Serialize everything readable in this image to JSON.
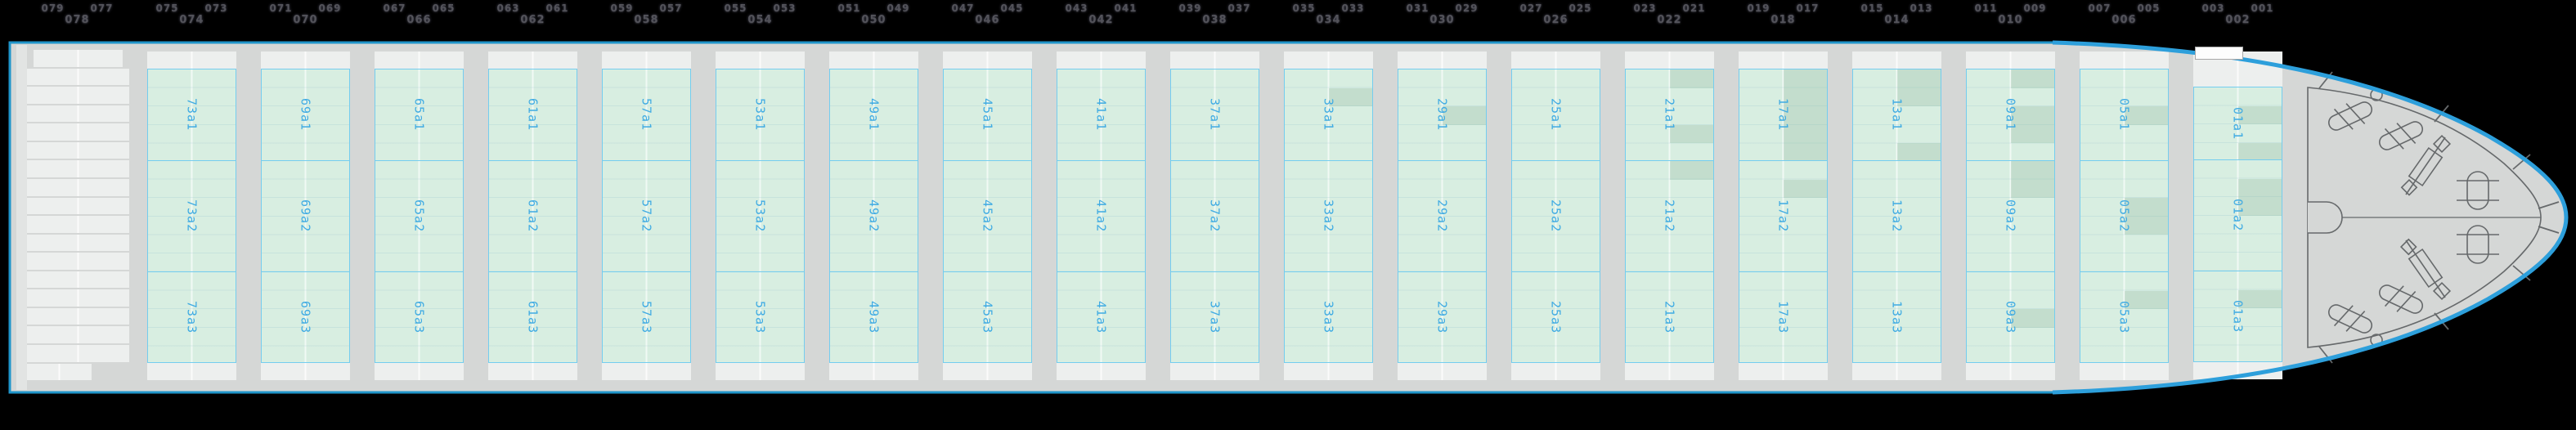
{
  "plan": {
    "title": "vessel-deck-stowage-plan",
    "bays": [
      {
        "group": "078",
        "odd_left": "079",
        "odd_right": "077",
        "even": "078",
        "type": "stack"
      },
      {
        "group": "074",
        "odd_left": "075",
        "odd_right": "073",
        "even": "074",
        "cells": [
          {
            "id": "73a1",
            "shaded": []
          },
          {
            "id": "73a2",
            "shaded": []
          },
          {
            "id": "73a3",
            "shaded": []
          }
        ]
      },
      {
        "group": "070",
        "odd_left": "071",
        "odd_right": "069",
        "even": "070",
        "cells": [
          {
            "id": "69a1",
            "shaded": []
          },
          {
            "id": "69a2",
            "shaded": []
          },
          {
            "id": "69a3",
            "shaded": []
          }
        ]
      },
      {
        "group": "066",
        "odd_left": "067",
        "odd_right": "065",
        "even": "066",
        "cells": [
          {
            "id": "65a1",
            "shaded": []
          },
          {
            "id": "65a2",
            "shaded": []
          },
          {
            "id": "65a3",
            "shaded": []
          }
        ]
      },
      {
        "group": "062",
        "odd_left": "063",
        "odd_right": "061",
        "even": "062",
        "cells": [
          {
            "id": "61a1",
            "shaded": []
          },
          {
            "id": "61a2",
            "shaded": []
          },
          {
            "id": "61a3",
            "shaded": []
          }
        ]
      },
      {
        "group": "058",
        "odd_left": "059",
        "odd_right": "057",
        "even": "058",
        "cells": [
          {
            "id": "57a1",
            "shaded": []
          },
          {
            "id": "57a2",
            "shaded": []
          },
          {
            "id": "57a3",
            "shaded": []
          }
        ]
      },
      {
        "group": "054",
        "odd_left": "055",
        "odd_right": "053",
        "even": "054",
        "cells": [
          {
            "id": "53a1",
            "shaded": []
          },
          {
            "id": "53a2",
            "shaded": []
          },
          {
            "id": "53a3",
            "shaded": []
          }
        ]
      },
      {
        "group": "050",
        "odd_left": "051",
        "odd_right": "049",
        "even": "050",
        "cells": [
          {
            "id": "49a1",
            "shaded": []
          },
          {
            "id": "49a2",
            "shaded": []
          },
          {
            "id": "49a3",
            "shaded": []
          }
        ]
      },
      {
        "group": "046",
        "odd_left": "047",
        "odd_right": "045",
        "even": "046",
        "cells": [
          {
            "id": "45a1",
            "shaded": []
          },
          {
            "id": "45a2",
            "shaded": []
          },
          {
            "id": "45a3",
            "shaded": []
          }
        ]
      },
      {
        "group": "042",
        "odd_left": "043",
        "odd_right": "041",
        "even": "042",
        "cells": [
          {
            "id": "41a1",
            "shaded": []
          },
          {
            "id": "41a2",
            "shaded": []
          },
          {
            "id": "41a3",
            "shaded": []
          }
        ]
      },
      {
        "group": "038",
        "odd_left": "039",
        "odd_right": "037",
        "even": "038",
        "cells": [
          {
            "id": "37a1",
            "shaded": []
          },
          {
            "id": "37a2",
            "shaded": []
          },
          {
            "id": "37a3",
            "shaded": []
          }
        ]
      },
      {
        "group": "034",
        "odd_left": "035",
        "odd_right": "033",
        "even": "034",
        "cells": [
          {
            "id": "33a1",
            "shaded": [
              "R1"
            ]
          },
          {
            "id": "33a2",
            "shaded": []
          },
          {
            "id": "33a3",
            "shaded": []
          }
        ]
      },
      {
        "group": "030",
        "odd_left": "031",
        "odd_right": "029",
        "even": "030",
        "cells": [
          {
            "id": "29a1",
            "shaded": [
              "R2"
            ]
          },
          {
            "id": "29a2",
            "shaded": []
          },
          {
            "id": "29a3",
            "shaded": []
          }
        ]
      },
      {
        "group": "026",
        "odd_left": "027",
        "odd_right": "025",
        "even": "026",
        "cells": [
          {
            "id": "25a1",
            "shaded": []
          },
          {
            "id": "25a2",
            "shaded": []
          },
          {
            "id": "25a3",
            "shaded": []
          }
        ]
      },
      {
        "group": "022",
        "odd_left": "023",
        "odd_right": "021",
        "even": "022",
        "cells": [
          {
            "id": "21a1",
            "shaded": [
              "R0",
              "R3"
            ]
          },
          {
            "id": "21a2",
            "shaded": [
              "R0"
            ]
          },
          {
            "id": "21a3",
            "shaded": []
          }
        ]
      },
      {
        "group": "018",
        "odd_left": "019",
        "odd_right": "017",
        "even": "018",
        "cells": [
          {
            "id": "17a1",
            "shaded": [
              "R0",
              "R1",
              "R2",
              "R3",
              "R4"
            ]
          },
          {
            "id": "17a2",
            "shaded": [
              "R1"
            ]
          },
          {
            "id": "17a3",
            "shaded": []
          }
        ]
      },
      {
        "group": "014",
        "odd_left": "015",
        "odd_right": "013",
        "even": "014",
        "cells": [
          {
            "id": "13a1",
            "shaded": [
              "R0",
              "R1",
              "R4"
            ]
          },
          {
            "id": "13a2",
            "shaded": []
          },
          {
            "id": "13a3",
            "shaded": []
          }
        ]
      },
      {
        "group": "010",
        "odd_left": "011",
        "odd_right": "009",
        "even": "010",
        "cells": [
          {
            "id": "09a1",
            "shaded": [
              "R0",
              "R2",
              "R3"
            ]
          },
          {
            "id": "09a2",
            "shaded": [
              "R0",
              "R1"
            ]
          },
          {
            "id": "09a3",
            "shaded": [
              "R2"
            ]
          }
        ]
      },
      {
        "group": "006",
        "odd_left": "007",
        "odd_right": "005",
        "even": "006",
        "cells": [
          {
            "id": "05a1",
            "shaded": [
              "R2"
            ]
          },
          {
            "id": "05a2",
            "shaded": [
              "R2",
              "R3"
            ]
          },
          {
            "id": "05a3",
            "shaded": [
              "R1"
            ]
          }
        ]
      },
      {
        "group": "002",
        "odd_left": "003",
        "odd_right": "001",
        "even": "002",
        "cells": [
          {
            "id": "01a1",
            "shaded": [
              "R1",
              "R3"
            ]
          },
          {
            "id": "01a2",
            "shaded": [
              "R1",
              "R2"
            ]
          },
          {
            "id": "01a3",
            "shaded": [
              "R1"
            ]
          }
        ]
      }
    ],
    "bow_equipment_icons": [
      "mooring-winch-icon",
      "anchor-chain-icon",
      "bollard-icon",
      "fairlead-circle-icon",
      "mast-house-icon",
      "breakwater-frame-ticks"
    ],
    "colors": {
      "background": "#000000",
      "hull_fill": "#d5d7d6",
      "hull_outline": "#2095ca",
      "bow_accent": "#2d9fdb",
      "cell_fill": "#d8eee1",
      "cell_shaded": "#c9e0d0",
      "cell_border": "#74cdef",
      "cell_label": "#3fabe3",
      "strip_fill": "#edefee",
      "bay_label": "#53535a",
      "deckhouse": "#fdfdfd",
      "equipment_line": "#66696b"
    }
  }
}
